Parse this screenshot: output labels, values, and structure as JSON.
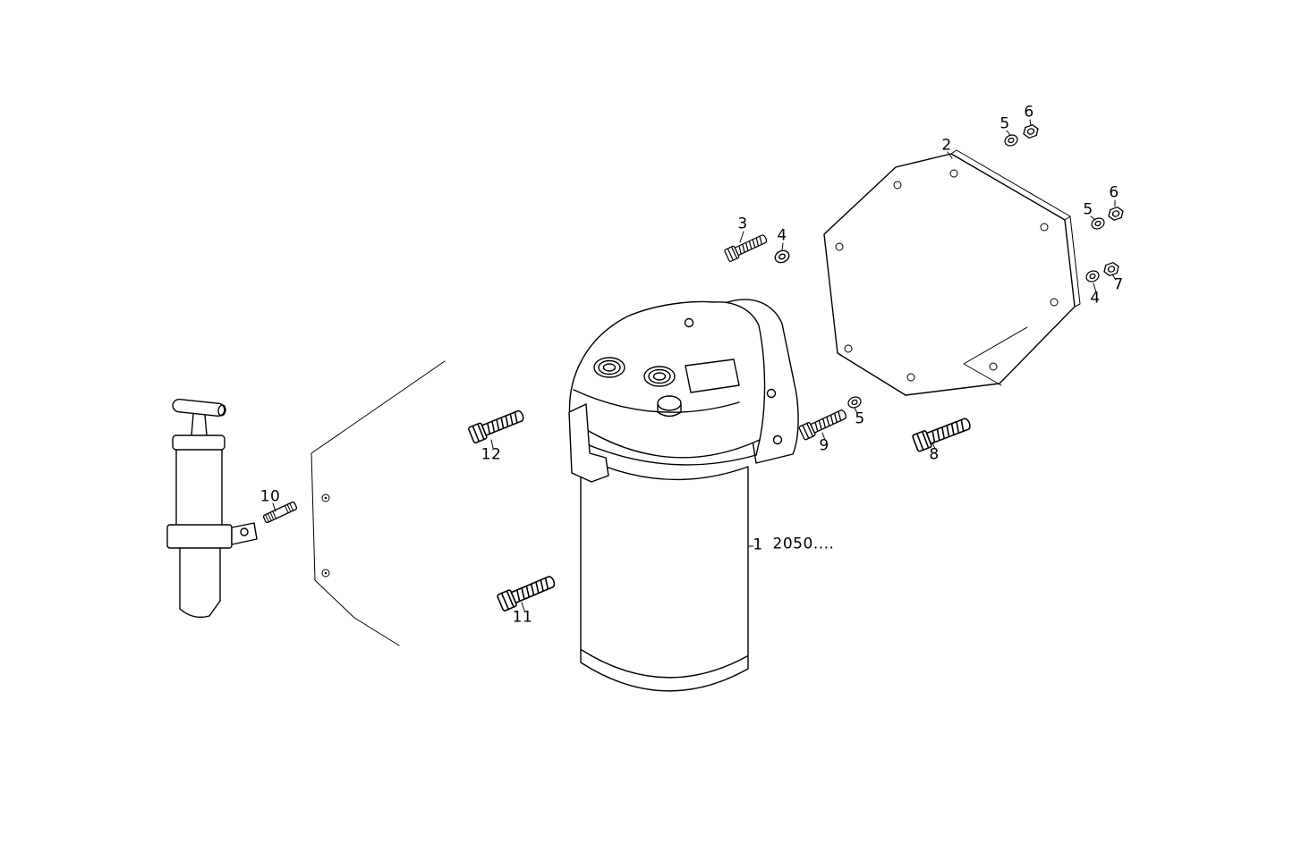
{
  "figure": {
    "kind": "exploded parts diagram",
    "background_color": "#ffffff",
    "line_color": "#000000",
    "part_code": "2050....",
    "callouts": [
      {
        "label": "5"
      },
      {
        "label": "6"
      },
      {
        "label": "2"
      },
      {
        "label": "3"
      },
      {
        "label": "4"
      },
      {
        "label": "5"
      },
      {
        "label": "6"
      },
      {
        "label": "4"
      },
      {
        "label": "7"
      },
      {
        "label": "10"
      },
      {
        "label": "12"
      },
      {
        "label": "11"
      },
      {
        "label": "1"
      },
      {
        "label": "2050...."
      },
      {
        "label": "9"
      },
      {
        "label": "5"
      },
      {
        "label": "8"
      }
    ]
  }
}
